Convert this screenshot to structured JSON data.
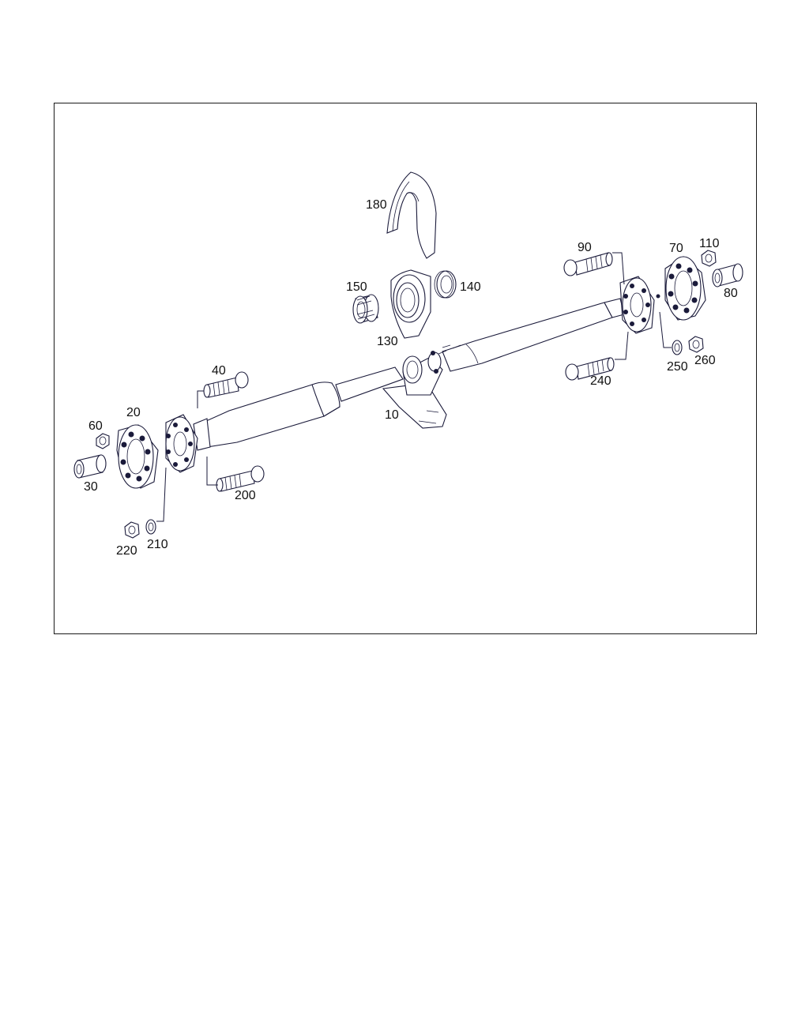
{
  "diagram": {
    "type": "exploded-parts-view",
    "line_color": "#1a1a3a",
    "frame_color": "#1a1a1a",
    "callouts": [
      {
        "id": "c180",
        "label": "180"
      },
      {
        "id": "c150",
        "label": "150"
      },
      {
        "id": "c140",
        "label": "140"
      },
      {
        "id": "c130",
        "label": "130"
      },
      {
        "id": "c90",
        "label": "90"
      },
      {
        "id": "c70",
        "label": "70"
      },
      {
        "id": "c110",
        "label": "110"
      },
      {
        "id": "c80",
        "label": "80"
      },
      {
        "id": "c250",
        "label": "250"
      },
      {
        "id": "c260",
        "label": "260"
      },
      {
        "id": "c240",
        "label": "240"
      },
      {
        "id": "c40",
        "label": "40"
      },
      {
        "id": "c10",
        "label": "10"
      },
      {
        "id": "c20",
        "label": "20"
      },
      {
        "id": "c60",
        "label": "60"
      },
      {
        "id": "c30",
        "label": "30"
      },
      {
        "id": "c200",
        "label": "200"
      },
      {
        "id": "c220",
        "label": "220"
      },
      {
        "id": "c210",
        "label": "210"
      }
    ]
  }
}
